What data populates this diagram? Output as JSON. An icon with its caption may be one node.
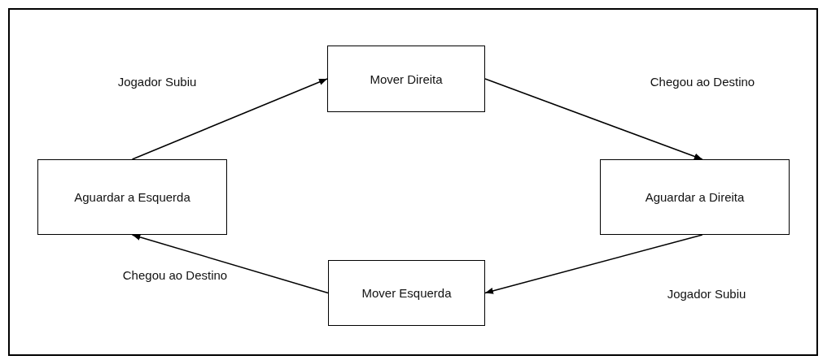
{
  "diagram": {
    "nodes": [
      {
        "text": [
          "Mover Direita"
        ]
      },
      {
        "text": [
          "Aguardar a Esquerda"
        ]
      },
      {
        "text": [
          "Aguardar a Direita"
        ]
      },
      {
        "text": [
          "Mover Esquerda"
        ]
      }
    ],
    "edges": [
      {
        "from": 1,
        "to": 0,
        "arrow": "to",
        "label": "Jogador Subiu"
      },
      {
        "from": 0,
        "to": 2,
        "arrow": "to",
        "label": "Chegou ao Destino"
      },
      {
        "from": 2,
        "to": 3,
        "arrow": "to",
        "label": "Jogador Subiu"
      },
      {
        "from": 3,
        "to": 1,
        "arrow": "to",
        "label": "Chegou ao Destino"
      }
    ]
  }
}
